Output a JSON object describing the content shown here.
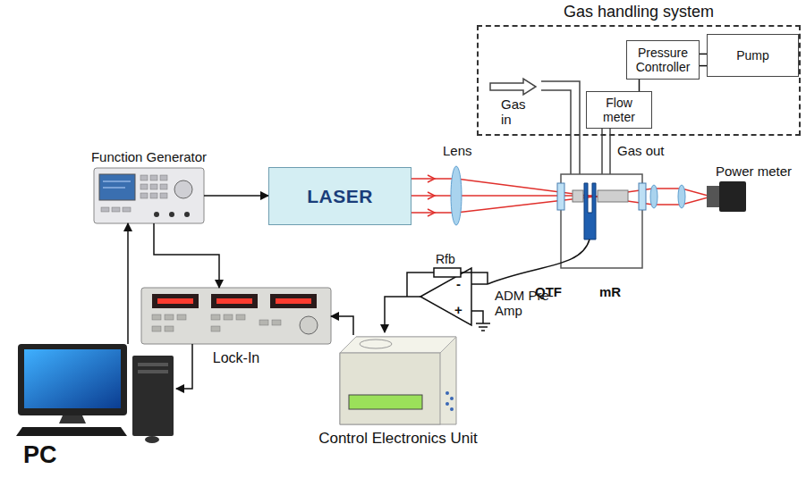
{
  "diagram": {
    "nodes": [
      {
        "text": [
          "Gas handling system"
        ]
      },
      {
        "text": [
          "Pressure Controller"
        ],
        "in": 0
      },
      {
        "text": [
          "Pump"
        ],
        "in": 0
      },
      {
        "text": [
          "Flow meter"
        ],
        "in": 0
      },
      {
        "text": [
          "Function Generator"
        ]
      },
      {
        "text": [
          "LASER"
        ]
      },
      {
        "text": [
          "Lock-In"
        ]
      },
      {
        "text": [
          "Control Electronics Unit"
        ]
      },
      {
        "text": [
          "PC"
        ]
      }
    ],
    "edges": [
      {
        "from": 4,
        "to": 5,
        "arrow": "to"
      },
      {
        "from": 4,
        "to": 6,
        "arrow": "to"
      },
      {
        "from": 8,
        "to": 4,
        "arrow": "to"
      },
      {
        "from": 6,
        "to": 8,
        "arrow": "to"
      },
      {
        "from": 7,
        "to": 6,
        "arrow": "to"
      },
      {
        "from": 3,
        "to": 1,
        "arrow": "none"
      },
      {
        "from": 1,
        "to": 2,
        "arrow": "none"
      },
      {
        "from": 1,
        "to": 2,
        "arrow": "none"
      }
    ],
    "labels": [
      "Gas in",
      "Gas out",
      "Lens",
      "Power meter",
      "Rfb",
      "ADM Pre-Amp",
      "QTF",
      "mR",
      "-",
      "+"
    ]
  }
}
